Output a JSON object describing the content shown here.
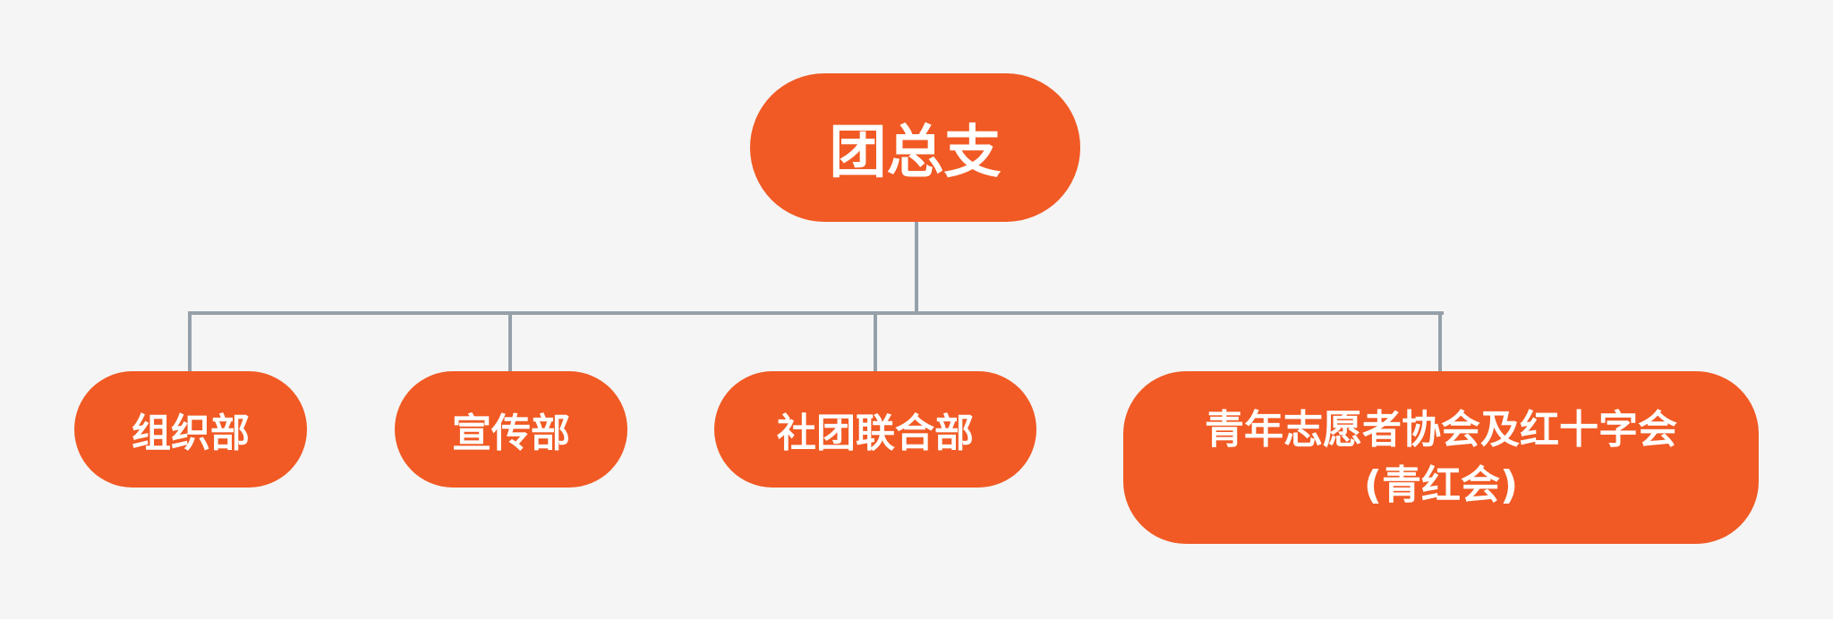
{
  "root": {
    "label": "团总支"
  },
  "children": [
    {
      "label": "组织部"
    },
    {
      "label": "宣传部"
    },
    {
      "label": "社团联合部"
    },
    {
      "label_line1": "青年志愿者协会及红十字会",
      "label_line2": "(青红会)"
    }
  ],
  "colors": {
    "node": "#f15a24",
    "connector": "#95a0aa",
    "background": "#f5f5f5"
  }
}
